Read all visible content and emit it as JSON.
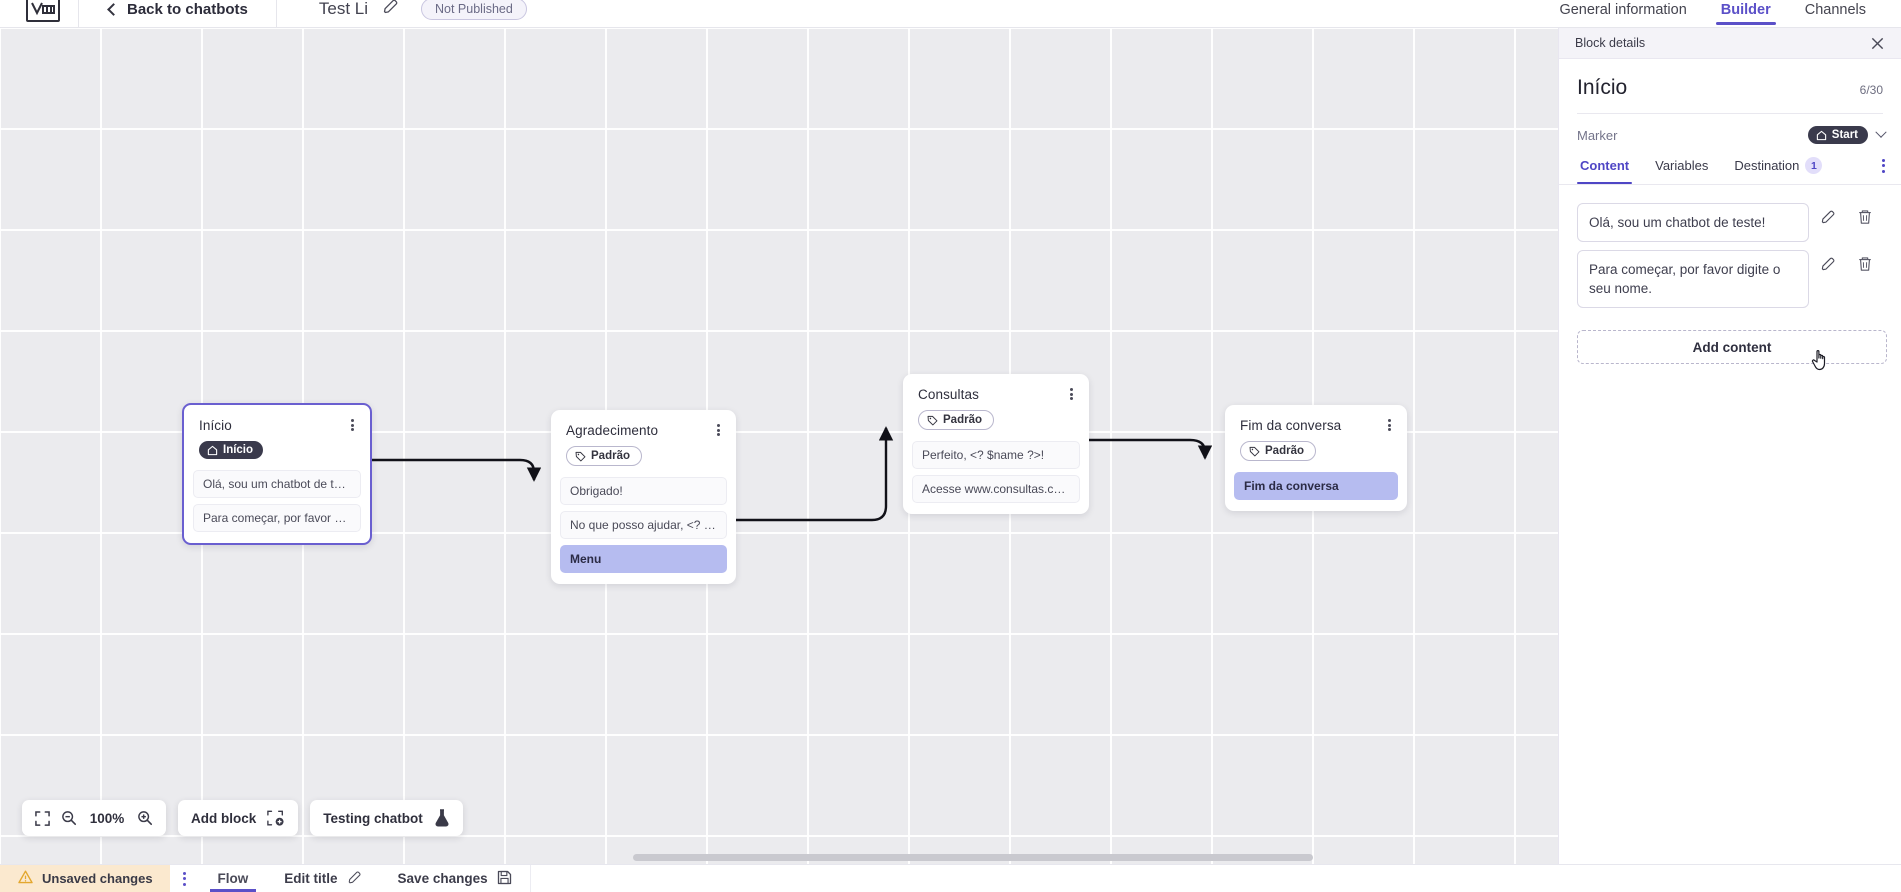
{
  "topbar": {
    "logo_icon": "app-logo-icon",
    "back_label": "Back to chatbots",
    "back_icon": "chevron-left-icon",
    "bot_name": "Test Li",
    "edit_icon": "pencil-icon",
    "publish_status": "Not Published",
    "tabs": [
      {
        "label": "General information",
        "active": false
      },
      {
        "label": "Builder",
        "active": true
      },
      {
        "label": "Channels",
        "active": false
      }
    ]
  },
  "canvas": {
    "nodes": [
      {
        "title": "Início",
        "badge": "Início",
        "badge_type": "start",
        "badge_icon": "home-icon",
        "selected": true,
        "menu_icon": "kebab-menu-icon",
        "messages": [
          {
            "text": "Olá, sou um chatbot de teste!",
            "accent": false
          },
          {
            "text": "Para começar, por favor digite o ...",
            "accent": false
          }
        ]
      },
      {
        "title": "Agradecimento",
        "badge": "Padrão",
        "badge_type": "default",
        "badge_icon": "tag-icon",
        "selected": false,
        "menu_icon": "kebab-menu-icon",
        "messages": [
          {
            "text": "Obrigado!",
            "accent": false
          },
          {
            "text": "No que posso ajudar, <? $name ...",
            "accent": false
          },
          {
            "text": "Menu",
            "accent": true
          }
        ]
      },
      {
        "title": "Consultas",
        "badge": "Padrão",
        "badge_type": "default",
        "badge_icon": "tag-icon",
        "selected": false,
        "menu_icon": "kebab-menu-icon",
        "messages": [
          {
            "text": "Perfeito, <? $name ?>!",
            "accent": false
          },
          {
            "text": "Acesse www.consultas.com par...",
            "accent": false
          }
        ]
      },
      {
        "title": "Fim da conversa",
        "badge": "Padrão",
        "badge_type": "default",
        "badge_icon": "tag-icon",
        "selected": false,
        "menu_icon": "kebab-menu-icon",
        "messages": [
          {
            "text": "Fim da conversa",
            "accent": true
          }
        ]
      }
    ],
    "toolbar": {
      "fit_icon": "fit-screen-icon",
      "zoom_out_icon": "zoom-out-icon",
      "zoom_level": "100%",
      "zoom_in_icon": "zoom-in-icon",
      "add_block_label": "Add block",
      "add_block_icon": "add-block-icon",
      "testing_label": "Testing chatbot",
      "testing_icon": "flask-icon"
    }
  },
  "panel": {
    "header_title": "Block details",
    "close_icon": "close-icon",
    "block_title": "Início",
    "counter": "6/30",
    "marker_label": "Marker",
    "marker_value": "Start",
    "marker_icon": "home-icon",
    "marker_chevron_icon": "chevron-down-icon",
    "tabs": [
      {
        "label": "Content",
        "active": true,
        "badge": ""
      },
      {
        "label": "Variables",
        "active": false,
        "badge": ""
      },
      {
        "label": "Destination",
        "active": false,
        "badge": "1"
      }
    ],
    "overflow_icon": "kebab-menu-icon",
    "contents": [
      {
        "text": "Olá, sou um chatbot de teste!",
        "edit_icon": "pencil-icon",
        "delete_icon": "trash-icon"
      },
      {
        "text": "Para começar, por favor digite o seu nome.",
        "edit_icon": "pencil-icon",
        "delete_icon": "trash-icon"
      }
    ],
    "add_content_label": "Add content",
    "cursor_icon": "pointer-hand-cursor"
  },
  "bottombar": {
    "unsaved_label": "Unsaved changes",
    "warning_icon": "warning-triangle-icon",
    "menu_icon": "kebab-menu-icon",
    "items": [
      {
        "label": "Flow",
        "icon": "",
        "active": true
      },
      {
        "label": "Edit title",
        "icon": "pencil-icon",
        "active": false
      },
      {
        "label": "Save changes",
        "icon": "save-icon",
        "active": false
      }
    ]
  },
  "colors": {
    "accent": "#5b50c8",
    "node_accent": "#b6bcf0",
    "warning_bg": "#fbe9cf",
    "badge_dark": "#3a3a4c"
  }
}
